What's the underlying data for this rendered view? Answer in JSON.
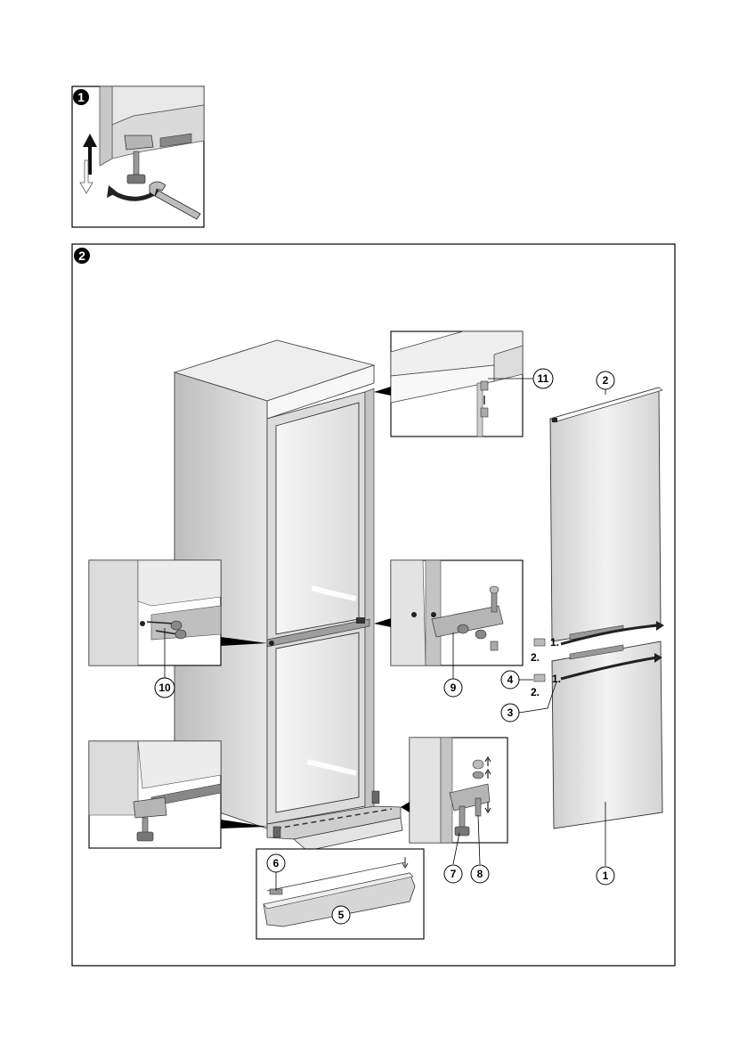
{
  "panels": {
    "step1": {
      "badge": "1"
    },
    "step2": {
      "badge": "2"
    }
  },
  "callouts": {
    "c1": "1",
    "c2": "2",
    "c3": "3",
    "c4": "4",
    "c5": "5",
    "c6": "6",
    "c7": "7",
    "c8": "8",
    "c9": "9",
    "c10": "10",
    "c11": "11"
  },
  "steps": {
    "first": "1.",
    "second": "2."
  },
  "colors": {
    "stroke": "#000000",
    "panel_bg": "#ffffff",
    "door_fill": "#e8e8e8",
    "cabinet_fill": "#d9d9d9",
    "shadow": "#bfbfbf"
  }
}
